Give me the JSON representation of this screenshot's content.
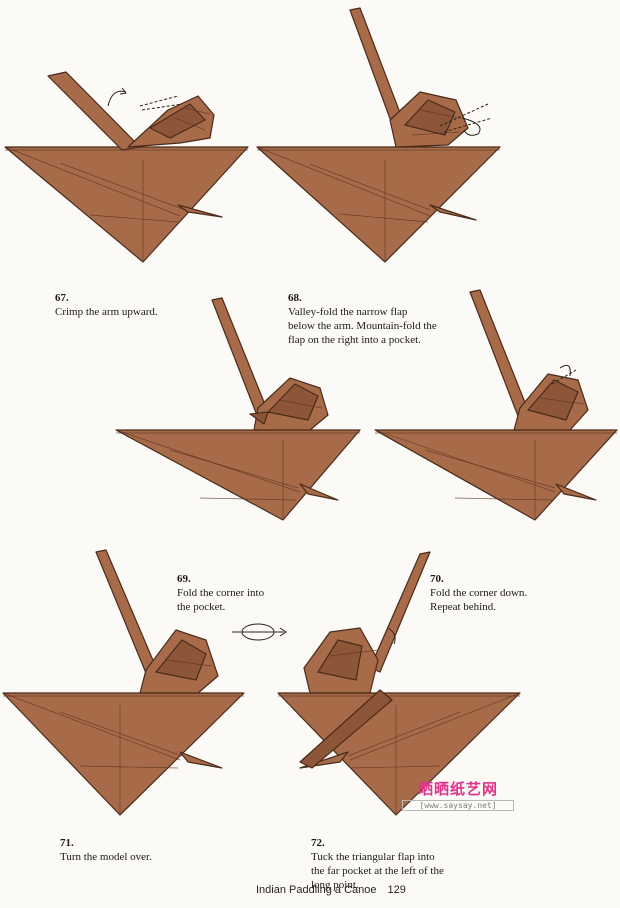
{
  "steps": [
    {
      "number": "67.",
      "text": "Crimp the arm upward."
    },
    {
      "number": "68.",
      "text": "Valley-fold the narrow flap\nbelow the arm. Mountain-fold the\nflap on the right into a pocket."
    },
    {
      "number": "69.",
      "text": "Fold the corner into\nthe pocket."
    },
    {
      "number": "70.",
      "text": "Fold the corner down.\nRepeat behind."
    },
    {
      "number": "71.",
      "text": "Turn the model over."
    },
    {
      "number": "72.",
      "text": "Tuck the triangular flap into\nthe far pocket at the left of the\nlong point."
    }
  ],
  "footer": {
    "title": "Indian Paddling a Canoe",
    "page_number": "129"
  },
  "watermark": {
    "main": "晒晒纸艺网",
    "sub": "[www.saysay.net]"
  },
  "colors": {
    "paper": "#a86b49",
    "paper_dark": "#8e5638",
    "crease": "#5a3522",
    "background": "#fbfaf6"
  }
}
